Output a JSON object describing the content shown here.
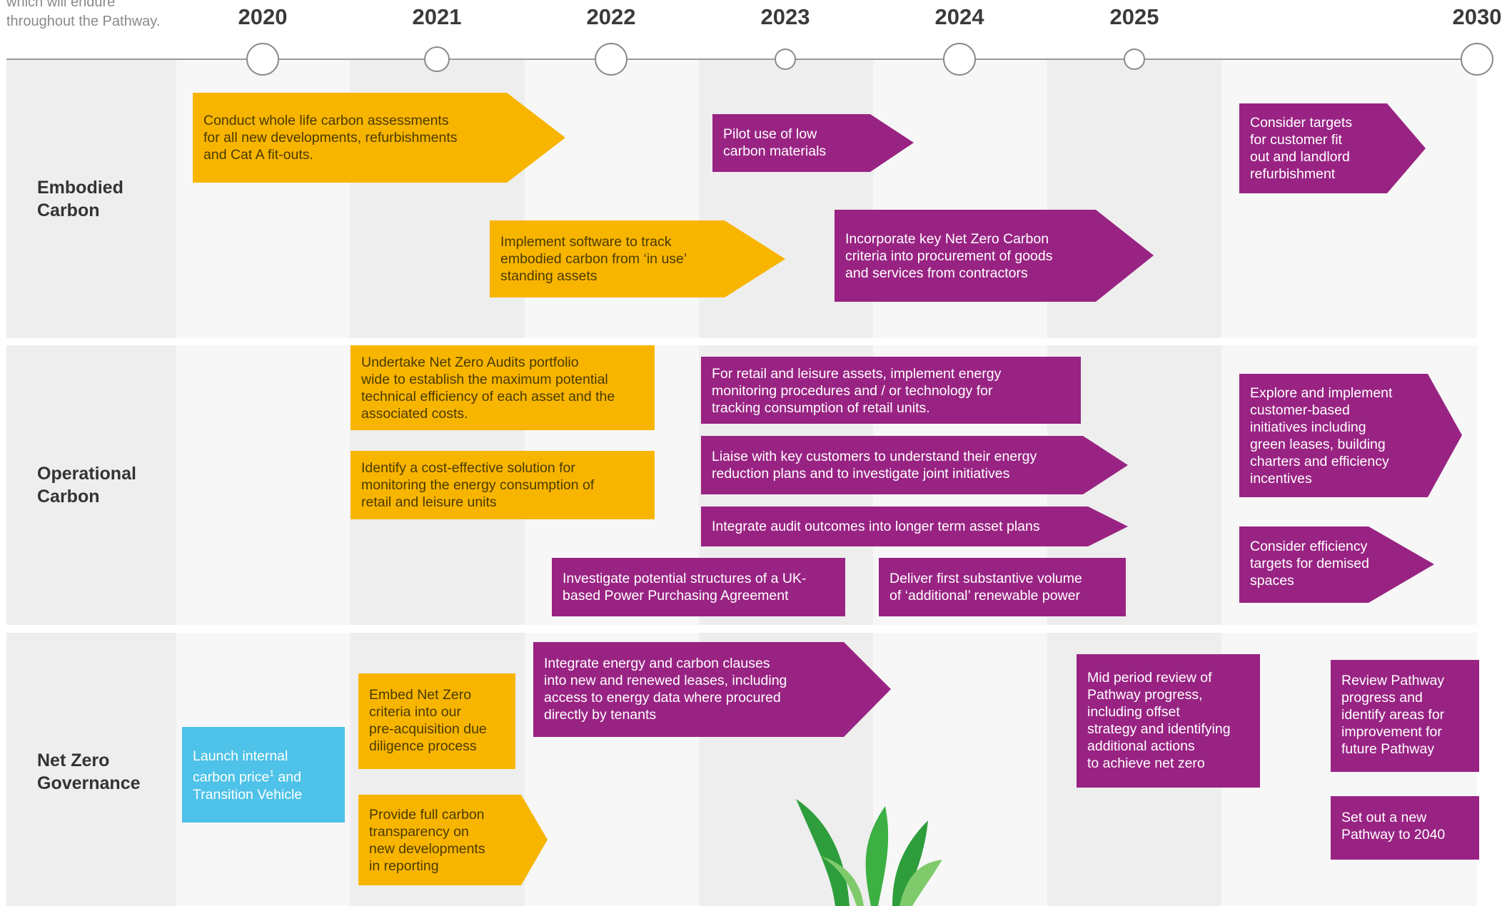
{
  "intro": "which will endure\nthroughout the Pathway.",
  "years": [
    "2020",
    "2021",
    "2022",
    "2023",
    "2024",
    "2025",
    "2030"
  ],
  "colors": {
    "yellow": "#F8B500",
    "purple": "#992383",
    "blue": "#4EC2E8",
    "band": "#f7f7f7",
    "stripe": "#eeeeee"
  },
  "rows": {
    "embodied": "Embodied\nCarbon",
    "operational": "Operational\nCarbon",
    "governance": "Net Zero\nGovernance"
  },
  "items": {
    "e1": "Conduct whole life carbon assessments\nfor all new developments, refurbishments\nand Cat A fit-outs.",
    "e2": "Pilot use of low\ncarbon materials",
    "e3": "Consider targets\nfor customer fit\nout and landlord\nrefurbishment",
    "e4": "Implement software to track\nembodied carbon from ‘in use’\nstanding assets",
    "e5": "Incorporate key Net Zero Carbon\ncriteria into procurement of goods\nand services from contractors",
    "o1": "Undertake Net Zero Audits portfolio\nwide to establish the maximum potential\ntechnical efficiency of each asset and the\nassociated costs.",
    "o2": "For retail and leisure assets, implement energy\nmonitoring procedures and / or technology for\ntracking consumption of retail units.",
    "o3": "Explore and implement\ncustomer-based\ninitiatives including\ngreen leases, building\ncharters and efficiency\nincentives",
    "o4": "Identify a cost-effective solution for\nmonitoring the energy consumption of\nretail and leisure units",
    "o5": "Liaise with key customers to understand their energy\nreduction plans and to investigate joint initiatives",
    "o6": "Integrate audit outcomes into longer term asset plans",
    "o7": "Consider efficiency\ntargets for demised\nspaces",
    "o8": "Investigate potential structures of a UK-\nbased Power Purchasing Agreement",
    "o9": "Deliver first substantive volume\nof ‘additional’ renewable power",
    "g1": "Integrate energy and carbon clauses\ninto new and renewed leases, including\naccess to energy data where procured\ndirectly by tenants",
    "g2": "Embed Net Zero\ncriteria into our\npre-acquisition due\ndiligence process",
    "g3": "Mid period review of\nPathway progress,\nincluding offset\nstrategy and identifying\nadditional actions\nto achieve net zero",
    "g4": "Review Pathway\nprogress and\nidentify areas for\nimprovement for\nfuture Pathway",
    "g5a": "Launch internal\ncarbon price",
    "g5sup": "1",
    "g5b": " and\nTransition Vehicle",
    "g6": "Provide full carbon\ntransparency on\nnew developments\nin reporting",
    "g7": "Set out a new\nPathway to 2040"
  }
}
